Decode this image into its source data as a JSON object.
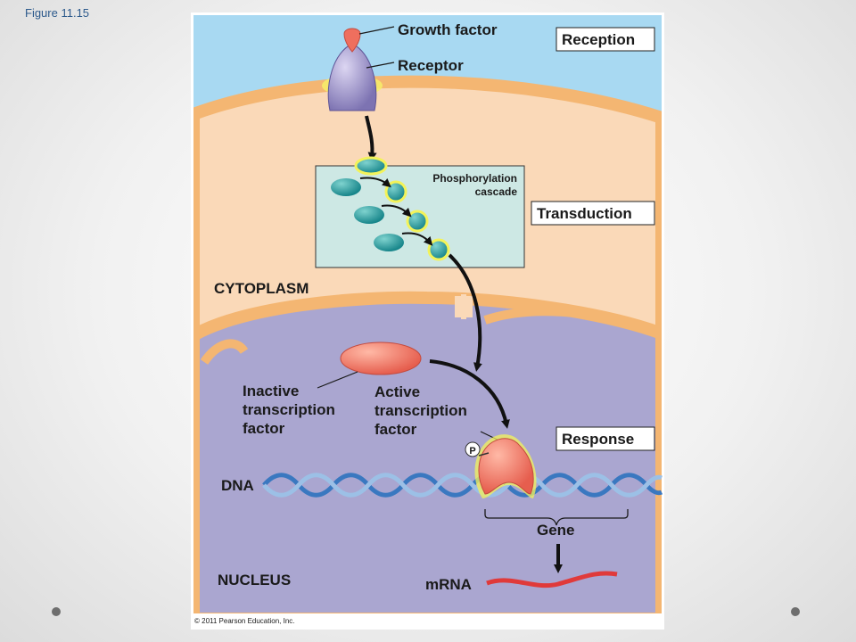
{
  "slide": {
    "caption": "Figure 11.15"
  },
  "figure": {
    "labels": {
      "growth_factor": "Growth factor",
      "receptor": "Receptor",
      "phosphorylation_line1": "Phosphorylation",
      "phosphorylation_line2": "cascade",
      "cytoplasm": "CYTOPLASM",
      "inactive_tf_line1": "Inactive",
      "inactive_tf_line2": "transcription",
      "inactive_tf_line3": "factor",
      "active_tf_line1": "Active",
      "active_tf_line2": "transcription",
      "active_tf_line3": "factor",
      "phosphate": "P",
      "dna": "DNA",
      "gene": "Gene",
      "nucleus": "NUCLEUS",
      "mrna": "mRNA"
    },
    "stages": {
      "reception": "Reception",
      "transduction": "Transduction",
      "response": "Response"
    },
    "copyright": "© 2011 Pearson Education, Inc.",
    "colors": {
      "extracellular": "#a8d9f2",
      "cytoplasm": "#fad9b8",
      "membrane": "#f4b672",
      "nucleus": "#aaa6d0",
      "cascade_box": "#cde8e4",
      "kinase": "#1a9a9a",
      "highlight": "#f3f35a",
      "transcription_factor": "#ef8070",
      "dna_strand": "#3a78c0",
      "mrna": "#e03a3a"
    }
  }
}
